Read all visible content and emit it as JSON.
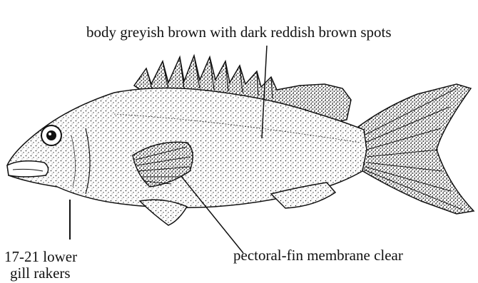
{
  "labels": {
    "body": "body greyish brown with dark reddish brown spots",
    "gill_line1": "17-21 lower",
    "gill_line2": "gill rakers",
    "fin": "pectoral-fin membrane clear"
  },
  "colors": {
    "ink": "#111111",
    "background": "#ffffff"
  }
}
